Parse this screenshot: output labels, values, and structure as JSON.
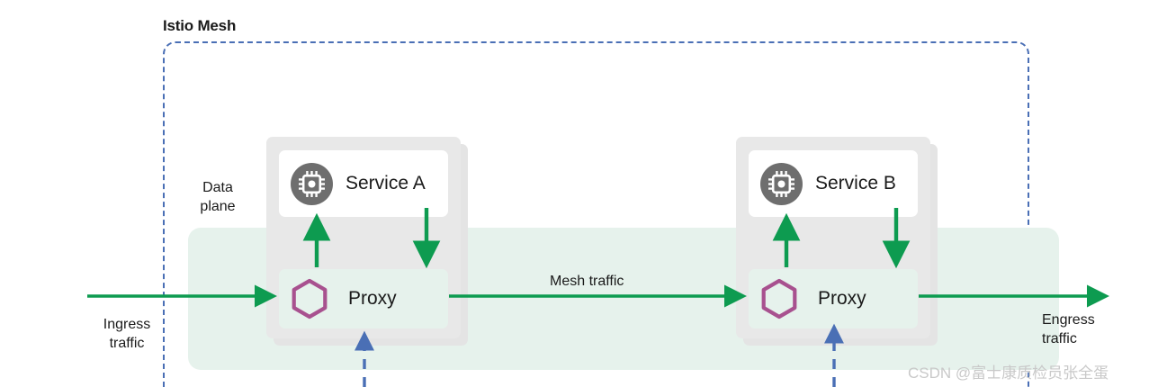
{
  "diagram": {
    "title": "Istio Mesh",
    "data_plane_label": "Data\nplane",
    "data_plane_label_line1": "Data",
    "data_plane_label_line2": "plane"
  },
  "pods": [
    {
      "id": "pod-a",
      "service_label": "Service A",
      "proxy_label": "Proxy",
      "service_icon": "chip-icon",
      "proxy_icon": "hexagon-icon"
    },
    {
      "id": "pod-b",
      "service_label": "Service B",
      "proxy_label": "Proxy",
      "service_icon": "chip-icon",
      "proxy_icon": "hexagon-icon"
    }
  ],
  "edge_labels": {
    "mesh_traffic": "Mesh traffic",
    "ingress_traffic": "Ingress traffic",
    "ingress_traffic_line1": "Ingress",
    "ingress_traffic_line2": "traffic",
    "engress_traffic": "Engress traffic",
    "engress_traffic_line1": "Engress",
    "engress_traffic_line2": "traffic"
  },
  "watermark": "CSDN @富士康质检员张全蛋",
  "colors": {
    "traffic_green": "#0d9b50",
    "mesh_border_blue": "#4a6fb5",
    "control_arrow_blue": "#4a6fb5",
    "data_plane_green": "#e6f2ec",
    "pod_gray": "#e8e8e8",
    "service_icon_gray": "#6e6e6e",
    "hexagon_purple": "#a8518f",
    "title_black": "#1a1a1a",
    "watermark_gray": "#c9c9c9"
  }
}
